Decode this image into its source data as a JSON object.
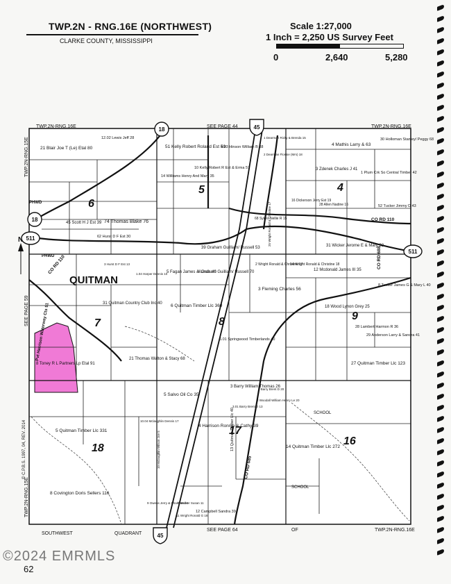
{
  "header": {
    "title": "TWP.2N - RNG.16E (NORTHWEST)",
    "county": "CLARKE COUNTY, MISSISSIPPI"
  },
  "scale": {
    "title": "Scale 1:27,000",
    "equation": "1 Inch = 2,250 US Survey Feet",
    "labels": [
      "0",
      "2,640",
      "5,280"
    ]
  },
  "frame": {
    "top_left": "TWP.2N-RNG.16E",
    "top_right": "TWP.2N-RNG.16E",
    "top_center": "SEE PAGE 44",
    "bottom_center": "SEE PAGE 64",
    "bottom_right": "TWP.2N-RNG.16E",
    "bottom_left_a": "SOUTHWEST",
    "bottom_left_b": "QUADRANT",
    "bottom_of": "OF",
    "left_upper": "TWP.2N-RNG.15E",
    "left_lower": "TWP.2N-RNG.15E",
    "left_page": "SEE PAGE 59",
    "copyright": "© C.P.B.S. 1997, 04, REV. 2014"
  },
  "compass": {
    "north": "N"
  },
  "town": "QUITMAN",
  "sections": [
    "6",
    "5",
    "4",
    "7",
    "8",
    "9",
    "18",
    "17",
    "16"
  ],
  "shields": [
    "18",
    "45",
    "18",
    "511",
    "511",
    "45"
  ],
  "roads": {
    "co_rd_110": "CO RD 110",
    "co_rd_685": "CO RD 685",
    "co_rd_688": "CO RD 688",
    "pvt_rd": "Pvt Harrison Waterway Cts 91",
    "phwd_a": "PHWD",
    "phwd_b": "PHWD"
  },
  "parcels": [
    "21 Blair Joe T (Le) Etal 80",
    "12.02 Lewis Jeff 28",
    "51 Kelly Robert Roland Est 59",
    "10 Kelly Robert R Est & Erma 57",
    "14 Williams Henry And Mary 35",
    "4.03 Hinson William B 38",
    "4 Mathis Larry & 63",
    "30 Holloman Stanley/ Peggy 68",
    "3 Zdenek Charles J 41",
    "1 Plum Crk So Central Timber 42",
    "52 Tucker Jimmy D 43",
    "45 Scott H J Est 39",
    "74 Thomas Blake 76",
    "62 Hurst D F Est 30",
    "39 Graham Guilliam/ Russell 53",
    "68 Sykes Nellie R 15",
    "16 Dickerson Jerry Est 19",
    "28 Allen Nadine 16",
    "31 Wicker Jerome E & Mary 33",
    "5 Fagan James & Linda 40",
    "4 Graham Guilliam/ Russell 70",
    "12 Mcdonald James III 35",
    "14 Wright Ronald & Christine 18",
    "2 Wright Ronald & Christine 17",
    "3 Fleming Charles 56",
    "31 Quitman Country Club Inc 40",
    "6 Quitman Timber Llc 360",
    "18 Wood Lynon Grey 25",
    "8 Tucker James G & Mary L 40",
    "28 Lambert Harmon R 36",
    "29 Anderson Larry & Sandra 41",
    "6.01 Springwood Timberlands 40",
    "8 Toney R L Partners Lp Etal 91",
    "21 Thomas Walton & Stacy 68",
    "27 Quitman Timber Llc 123",
    "5 Salvo Oil Co 35",
    "3 Barry William Thomas 26",
    "2 Woodall William Henry Le 20",
    "5 Quitman Timber Llc 331",
    "4 Harrison Ronnie & Cathy 39",
    "13 Quitman Timber Llc 40",
    "14 Quitman Timber Llc 272",
    "8 Covington Doris Sellers 116",
    "12 Campbell Sandra 39",
    "10 Mclaughlin Wilson Joe 5",
    "9 Walker Susan 11",
    "11 Wright Ronald G 18",
    "3.01 Barry Brent D 13",
    "1 Barry Brent D 20",
    "10.04 Mclaughlin Dennis 17",
    "1.04 Harper Dennis 10",
    "3 Hurst D F Est 13",
    "9 Owens Jerry & Charlene 34",
    "2 Dearman Flossie (Mrs) 18",
    "1 Dearman Ricky & Brenda 15",
    "25 Wright Ronald & Christine 17"
  ],
  "labels": {
    "school_a": "SCHOOL",
    "school_b": "SCHOOL"
  },
  "watermark": "©2024 EMRMLS",
  "page_number": "62"
}
